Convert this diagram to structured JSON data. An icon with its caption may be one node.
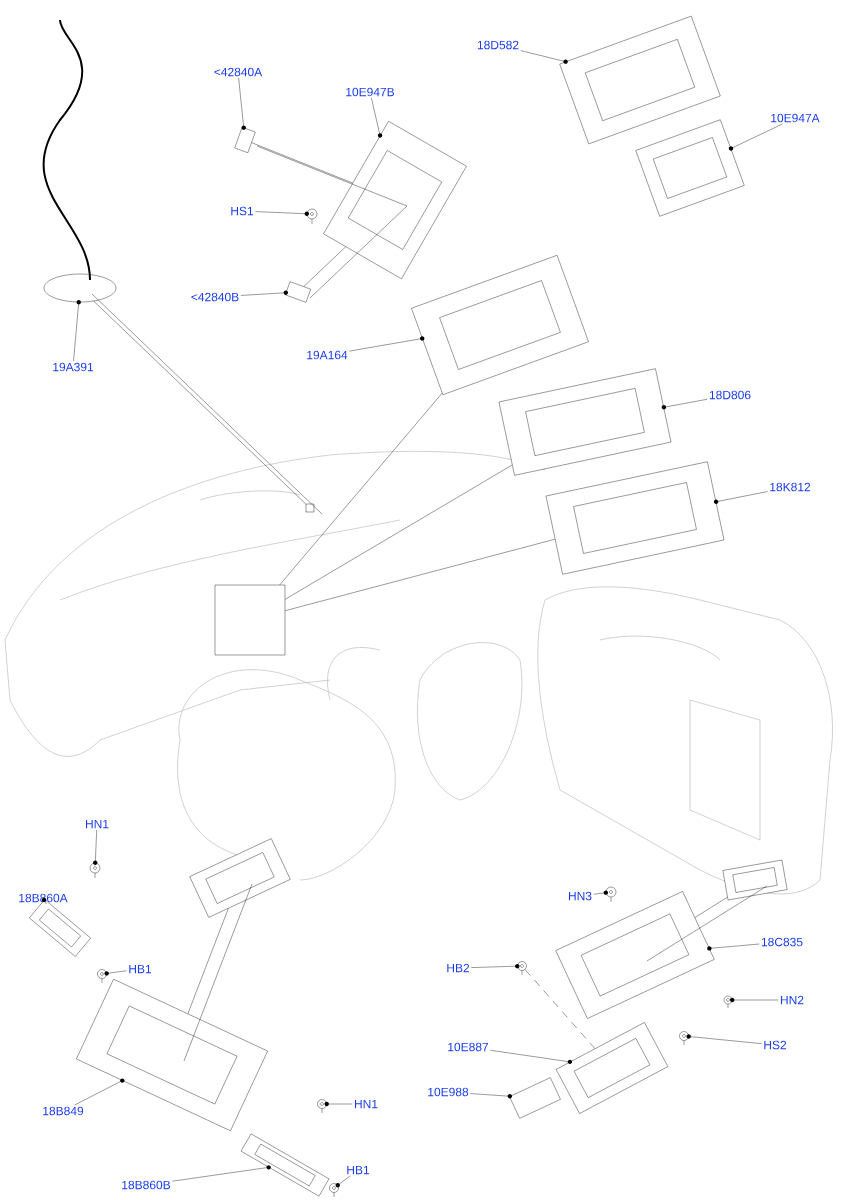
{
  "diagram": {
    "nodes": [
      {
        "text": [
          "<42840A"
        ]
      },
      {
        "text": [
          "10E947B"
        ]
      },
      {
        "text": [
          "18D582"
        ]
      },
      {
        "text": [
          "10E947A"
        ]
      },
      {
        "text": [
          "HS1"
        ]
      },
      {
        "text": [
          "<42840B"
        ]
      },
      {
        "text": [
          "19A391"
        ]
      },
      {
        "text": [
          "19A164"
        ]
      },
      {
        "text": [
          "18D806"
        ]
      },
      {
        "text": [
          "18K812"
        ]
      },
      {
        "text": [
          "HN1"
        ]
      },
      {
        "text": [
          "18B860A"
        ]
      },
      {
        "text": [
          "HB1"
        ]
      },
      {
        "text": [
          "18B849"
        ]
      },
      {
        "text": [
          "HN1"
        ]
      },
      {
        "text": [
          "18B860B"
        ]
      },
      {
        "text": [
          "HB1"
        ]
      },
      {
        "text": [
          "HN3"
        ]
      },
      {
        "text": [
          "18C835"
        ]
      },
      {
        "text": [
          "HB2"
        ]
      },
      {
        "text": [
          "HN2"
        ]
      },
      {
        "text": [
          "10E887"
        ]
      },
      {
        "text": [
          "HS2"
        ]
      },
      {
        "text": [
          "10E988"
        ]
      },
      {
        "text": [],
        "shape": "picture"
      },
      {
        "text": [],
        "shape": "picture"
      },
      {
        "text": [],
        "shape": "picture"
      },
      {
        "text": [],
        "shape": "picture"
      },
      {
        "text": [],
        "shape": "picture"
      },
      {
        "text": [],
        "shape": "picture"
      },
      {
        "text": [],
        "shape": "picture"
      },
      {
        "text": [],
        "shape": "picture"
      },
      {
        "text": [],
        "shape": "picture"
      },
      {
        "text": [],
        "shape": "picture"
      },
      {
        "text": [],
        "shape": "picture"
      },
      {
        "text": [],
        "shape": "picture"
      },
      {
        "text": [],
        "shape": "picture"
      },
      {
        "text": [],
        "shape": "picture"
      },
      {
        "text": [],
        "shape": "picture"
      },
      {
        "text": [],
        "shape": "picture"
      },
      {
        "text": [],
        "shape": "picture"
      },
      {
        "text": [],
        "shape": "picture"
      },
      {
        "text": [],
        "shape": "picture"
      },
      {
        "text": [],
        "shape": "picture"
      },
      {
        "text": [],
        "shape": "picture"
      },
      {
        "text": [],
        "shape": "picture"
      },
      {
        "text": [],
        "shape": "picture"
      },
      {
        "text": [],
        "shape": "picture"
      },
      {
        "text": [],
        "shape": "box"
      },
      {
        "text": [],
        "shape": "box"
      },
      {
        "text": [],
        "shape": "picture"
      },
      {
        "text": [],
        "shape": "picture"
      }
    ],
    "edges": [
      {
        "from": 0,
        "to": 24,
        "arrow": "none"
      },
      {
        "from": 1,
        "to": 25,
        "arrow": "none"
      },
      {
        "from": 2,
        "to": 26,
        "arrow": "none"
      },
      {
        "from": 3,
        "to": 27,
        "arrow": "none"
      },
      {
        "from": 4,
        "to": 28,
        "arrow": "none"
      },
      {
        "from": 5,
        "to": 29,
        "arrow": "none"
      },
      {
        "from": 6,
        "to": 30,
        "arrow": "none"
      },
      {
        "from": 7,
        "to": 31,
        "arrow": "none"
      },
      {
        "from": 8,
        "to": 32,
        "arrow": "none"
      },
      {
        "from": 9,
        "to": 33,
        "arrow": "none"
      },
      {
        "from": 10,
        "to": 34,
        "arrow": "none"
      },
      {
        "from": 11,
        "to": 35,
        "arrow": "none"
      },
      {
        "from": 12,
        "to": 36,
        "arrow": "none"
      },
      {
        "from": 13,
        "to": 37,
        "arrow": "none"
      },
      {
        "from": 14,
        "to": 38,
        "arrow": "none"
      },
      {
        "from": 15,
        "to": 39,
        "arrow": "none"
      },
      {
        "from": 16,
        "to": 40,
        "arrow": "none"
      },
      {
        "from": 17,
        "to": 41,
        "arrow": "none"
      },
      {
        "from": 18,
        "to": 42,
        "arrow": "none"
      },
      {
        "from": 19,
        "to": 43,
        "arrow": "none"
      },
      {
        "from": 20,
        "to": 44,
        "arrow": "none"
      },
      {
        "from": 21,
        "to": 45,
        "arrow": "none"
      },
      {
        "from": 22,
        "to": 46,
        "arrow": "none"
      },
      {
        "from": 23,
        "to": 47,
        "arrow": "none"
      },
      {
        "from": 24,
        "to": 25,
        "arrow": "none"
      },
      {
        "from": 24,
        "to": 25,
        "arrow": "none"
      },
      {
        "from": 29,
        "to": 25,
        "arrow": "none"
      },
      {
        "from": 29,
        "to": 25,
        "arrow": "none"
      },
      {
        "from": 30,
        "to": 48,
        "arrow": "none"
      },
      {
        "from": 30,
        "to": 48,
        "arrow": "none"
      },
      {
        "from": 31,
        "to": 49,
        "arrow": "none"
      },
      {
        "from": 32,
        "to": 49,
        "arrow": "none"
      },
      {
        "from": 33,
        "to": 49,
        "arrow": "none"
      },
      {
        "from": 37,
        "to": 50,
        "arrow": "none"
      },
      {
        "from": 37,
        "to": 50,
        "arrow": "none"
      },
      {
        "from": 42,
        "to": 51,
        "arrow": "none"
      },
      {
        "from": 42,
        "to": 51,
        "arrow": "none"
      },
      {
        "from": 43,
        "to": 45,
        "arrow": "none",
        "style": "dashed"
      }
    ]
  }
}
